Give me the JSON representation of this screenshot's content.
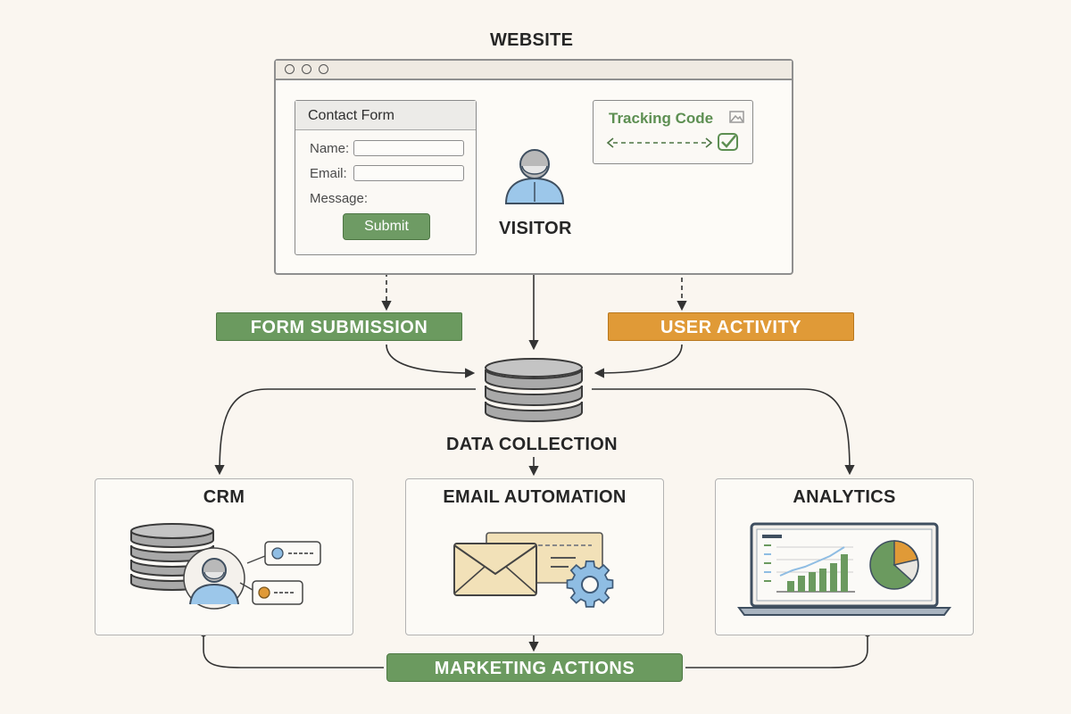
{
  "website": {
    "title": "WEBSITE",
    "contact_form": {
      "title": "Contact Form",
      "name_label": "Name:",
      "email_label": "Email:",
      "message_label": "Message:",
      "submit_label": "Submit"
    },
    "tracking_code": "Tracking Code",
    "visitor_label": "VISITOR"
  },
  "flows": {
    "form_submission": "FORM SUBMISSION",
    "user_activity": "USER ACTIVITY"
  },
  "data_collection": "DATA COLLECTION",
  "outputs": {
    "crm": "CRM",
    "email_automation": "EMAIL AUTOMATION",
    "analytics": "ANALYTICS"
  },
  "marketing_actions": "MARKETING ACTIONS",
  "colors": {
    "green": "#6b9a5f",
    "orange": "#e09a37",
    "blue": "#8fbde3",
    "gray": "#b9b9b9"
  }
}
